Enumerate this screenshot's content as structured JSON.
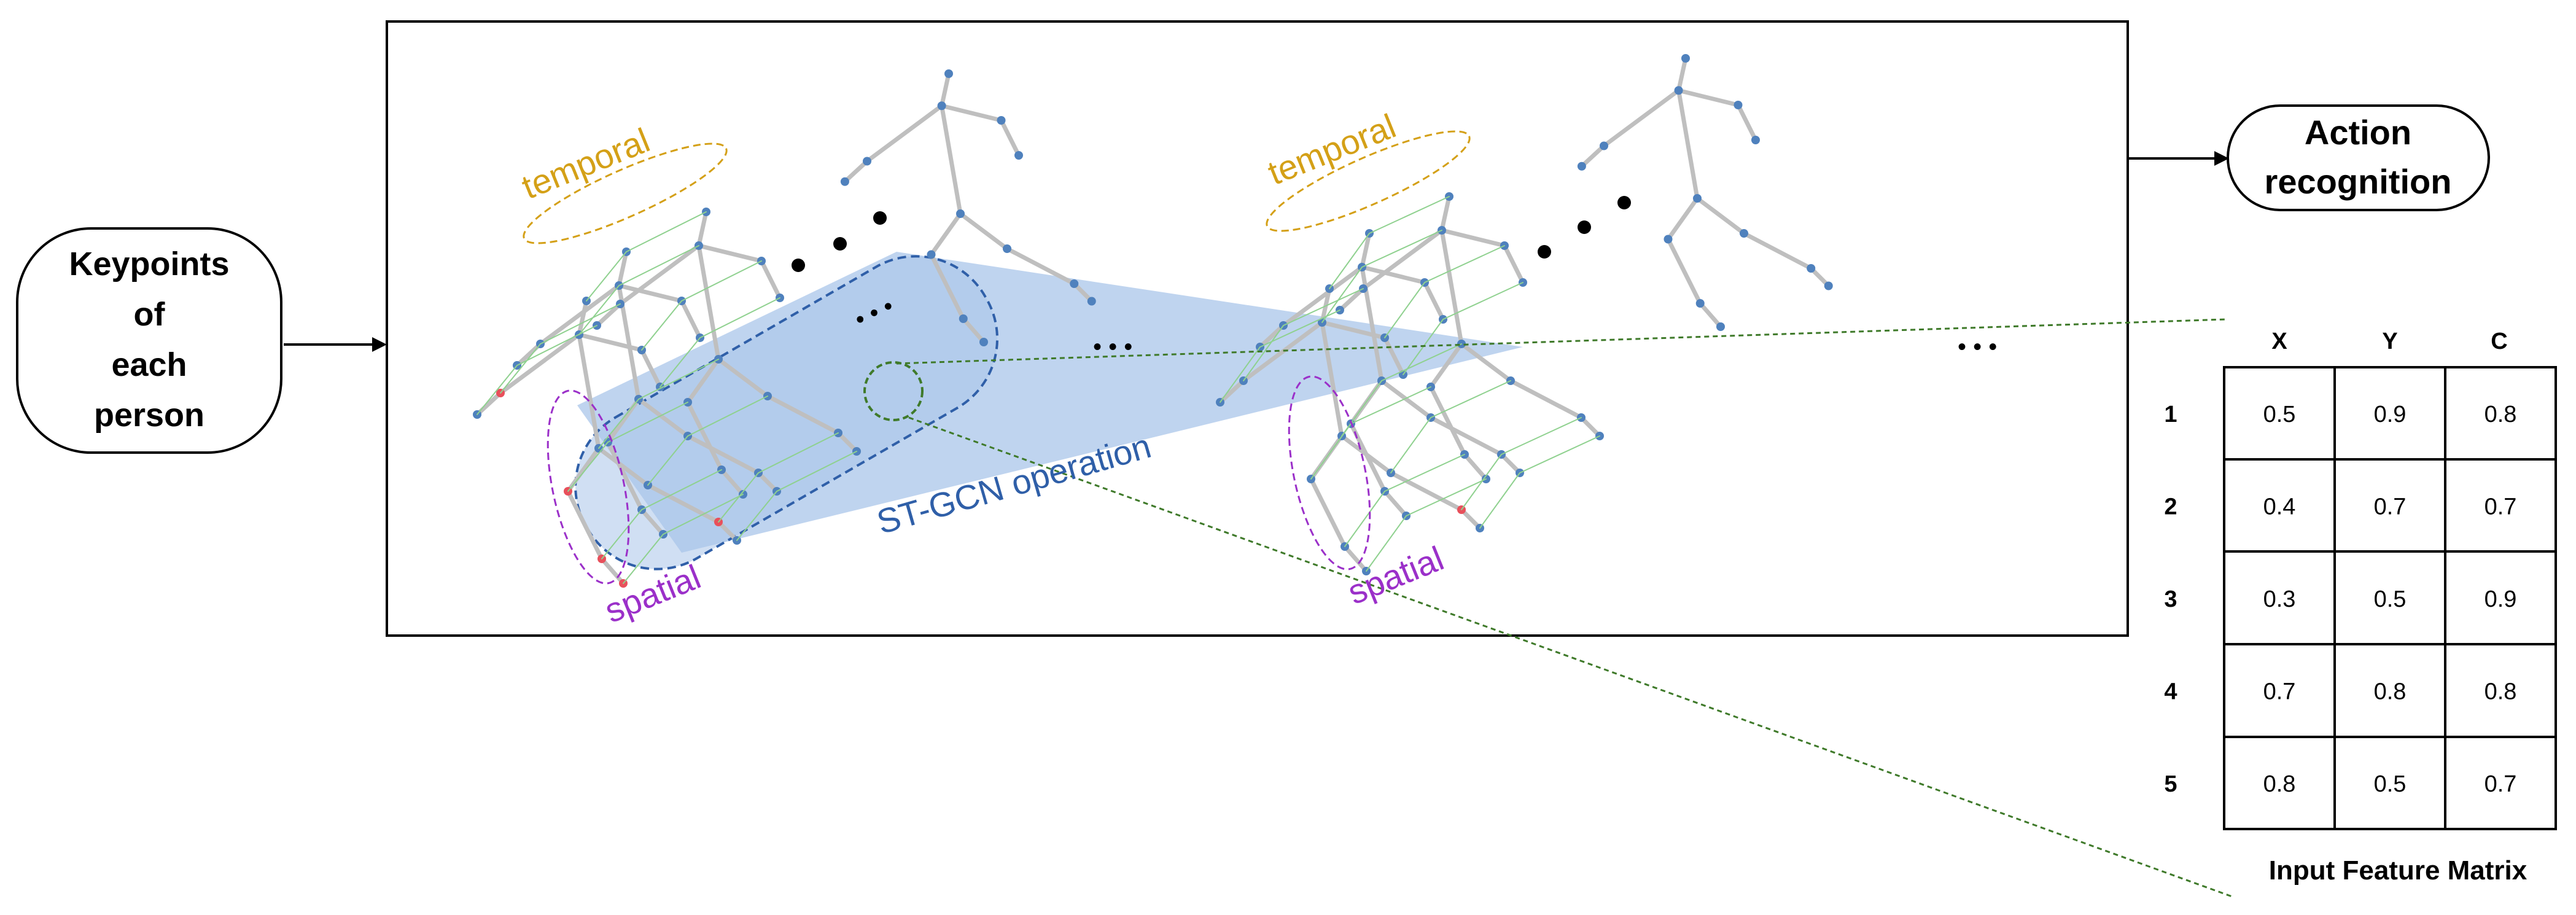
{
  "input_box": {
    "lines": [
      "Keypoints",
      "of",
      "each",
      "person"
    ]
  },
  "output_box": {
    "lines": [
      "Action",
      "recognition"
    ]
  },
  "annotations": {
    "temporal_1": "temporal",
    "temporal_2": "temporal",
    "spatial_1": "spatial",
    "spatial_2": "spatial",
    "stgcn": "ST-GCN operation"
  },
  "ellipsis": {
    "mid_small": "• • •",
    "between": "• • •",
    "right": "• • •"
  },
  "matrix": {
    "caption": "Input Feature Matrix",
    "columns": [
      "X",
      "Y",
      "C"
    ],
    "rows": [
      {
        "label": "1",
        "values": [
          "0.5",
          "0.9",
          "0.8"
        ]
      },
      {
        "label": "2",
        "values": [
          "0.4",
          "0.7",
          "0.7"
        ]
      },
      {
        "label": "3",
        "values": [
          "0.3",
          "0.5",
          "0.9"
        ]
      },
      {
        "label": "4",
        "values": [
          "0.7",
          "0.8",
          "0.8"
        ]
      },
      {
        "label": "5",
        "values": [
          "0.8",
          "0.5",
          "0.7"
        ]
      }
    ]
  },
  "colors": {
    "temporal": "#d4a017",
    "spatial": "#9b30c9",
    "stgcn": "#2f5fa8",
    "joint": "#4f81bd",
    "highlight_joint": "#e8505b",
    "bone": "#bfbfbf",
    "temporal_link": "#8fd18f",
    "cone": "#a9c5ea",
    "guide": "#4a7a2a"
  }
}
